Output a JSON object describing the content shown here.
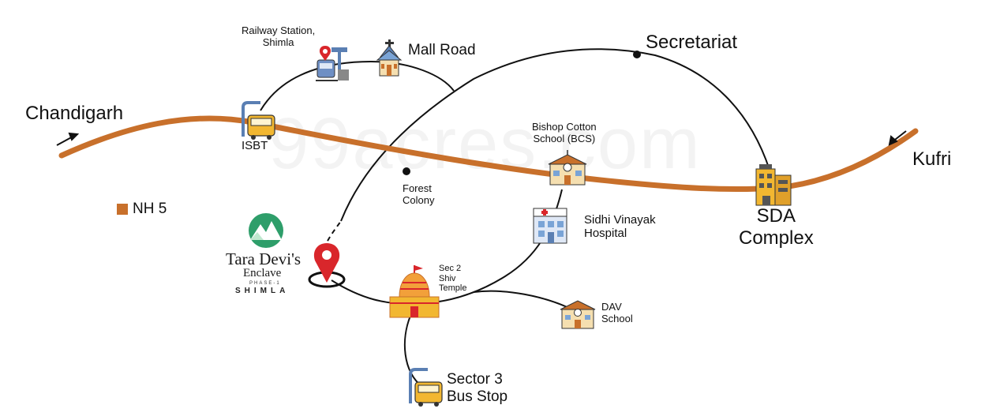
{
  "colors": {
    "highway": "#c8702b",
    "route": "#111111",
    "pin": "#d9262b",
    "logo_green": "#2e9e6a"
  },
  "places": {
    "chandigarh": "Chandigarh",
    "kufri": "Kufri",
    "railway": "Railway Station,\nShimla",
    "mall_road": "Mall Road",
    "secretariat": "Secretariat",
    "isbt": "ISBT",
    "bcs": "Bishop Cotton\nSchool (BCS)",
    "forest_colony": "Forest\nColony",
    "sidhi_vinayak": "Sidhi Vinayak\nHospital",
    "sda": "SDA\nComplex",
    "sec2_temple": "Sec 2\nShiv\nTemple",
    "dav": "DAV\nSchool",
    "sector3": "Sector 3\nBus Stop"
  },
  "legend": {
    "label": "NH 5"
  },
  "brand": {
    "name": "Tara Devi's",
    "sub": "Enclave",
    "phase": "PHASE-1",
    "city": "SHIMLA"
  },
  "watermark": "99acres.com",
  "icons": [
    "bus-stop-icon",
    "railway-station-icon",
    "church-icon",
    "school-icon",
    "hospital-icon",
    "building-icon",
    "temple-icon",
    "location-pin-icon",
    "logo-mountain-icon"
  ]
}
